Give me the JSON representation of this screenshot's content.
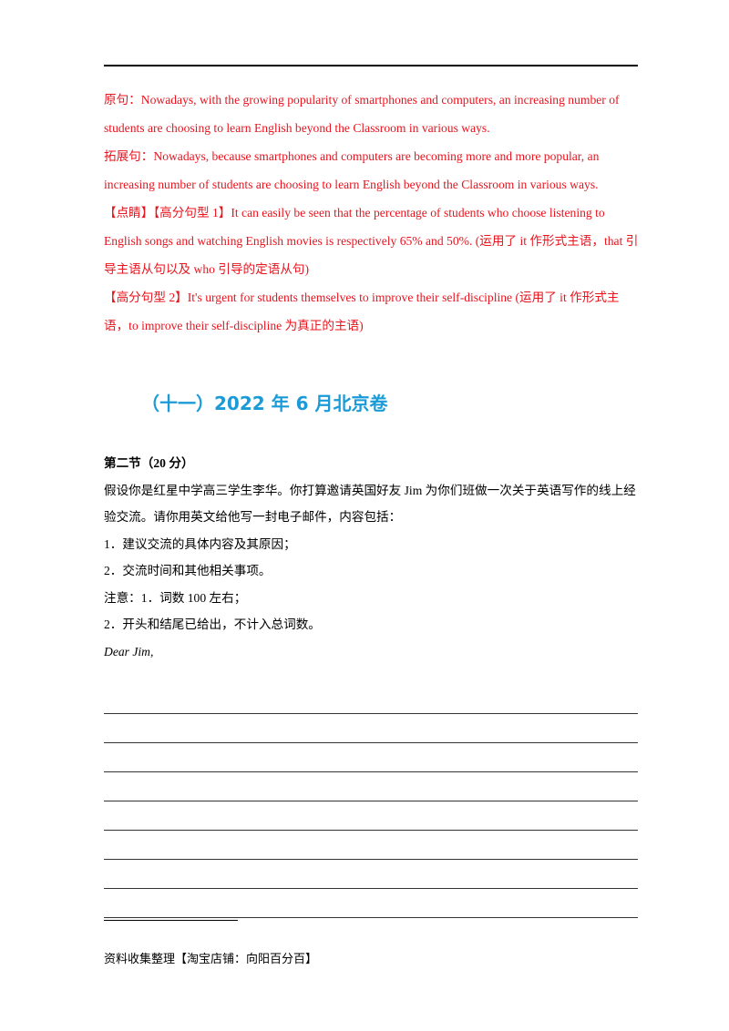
{
  "red_block": {
    "p1": "原句：Nowadays, with the growing popularity of smartphones and computers, an increasing number of students are choosing to learn English beyond the Classroom in various ways.",
    "p2": "拓展句：Nowadays, because smartphones and computers are becoming more and more popular, an increasing number of students are choosing to learn English beyond the Classroom in various ways.",
    "p3": "【点睛】【高分句型 1】It can easily be seen that the percentage of students who choose listening to English songs and watching English movies is respectively 65% and 50%. (运用了 it 作形式主语，that 引导主语从句以及 who 引导的定语从句)",
    "p4": "【高分句型 2】It's urgent for students themselves to improve their self-discipline (运用了 it 作形式主语，to improve their self-discipline 为真正的主语)"
  },
  "heading": "（十一）2022 年 6 月北京卷",
  "task": {
    "section": "第二节（20 分）",
    "prompt": "假设你是红星中学高三学生李华。你打算邀请英国好友 Jim 为你们班做一次关于英语写作的线上经验交流。请你用英文给他写一封电子邮件，内容包括：",
    "item1": "1．建议交流的具体内容及其原因；",
    "item2": "2．交流时间和其他相关事项。",
    "note1": "注意：1．词数 100 左右；",
    "note2": "2．开头和结尾已给出，不计入总词数。",
    "salutation": "Dear Jim,"
  },
  "writing_lines": 8,
  "footer": "资料收集整理【淘宝店铺：向阳百分百】",
  "colors": {
    "red_text": "#e8141e",
    "heading": "#1a9bd7"
  }
}
